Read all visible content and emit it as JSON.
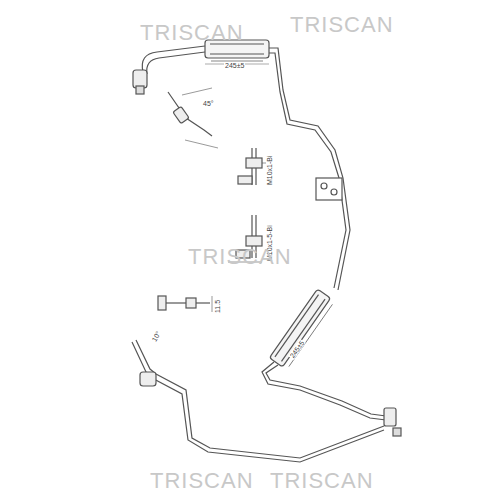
{
  "diagram": {
    "labels": [
      "245±5",
      "245±5",
      "M10x1-Bi",
      "M10x1-5-Bi",
      "11.5",
      "45°",
      "10°",
      "TRISCAN",
      "TRISCAN",
      "TRISCAN",
      "TRISCAN",
      "TRISCAN"
    ]
  }
}
